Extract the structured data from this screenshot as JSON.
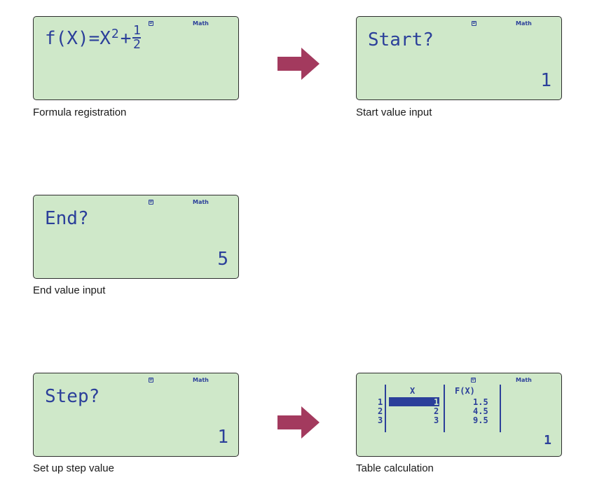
{
  "colors": {
    "screen_bg": "#cfe8c9",
    "lcd_text": "#2b3f9a",
    "arrow": "#a33a5e"
  },
  "indicators": {
    "d_mark": "D",
    "math": "Math"
  },
  "steps": {
    "formula": {
      "caption": "Formula registration",
      "lhs": "f(X)=X",
      "exponent": "2",
      "plus": "+",
      "frac_num": "1",
      "frac_den": "2"
    },
    "start": {
      "caption": "Start value input",
      "prompt": "Start?",
      "value": "1"
    },
    "end": {
      "caption": "End value input",
      "prompt": "End?",
      "value": "5"
    },
    "step": {
      "caption": "Set up step value",
      "prompt": "Step?",
      "value": "1"
    },
    "table": {
      "caption": "Table calculation",
      "header_x": "X",
      "header_fx": "F(X)",
      "rows": [
        {
          "index": "1",
          "x": "1",
          "fx": "1.5"
        },
        {
          "index": "2",
          "x": "2",
          "fx": "4.5"
        },
        {
          "index": "3",
          "x": "3",
          "fx": "9.5"
        }
      ],
      "value": "1"
    }
  },
  "arrow_icon": "right-arrow-icon"
}
